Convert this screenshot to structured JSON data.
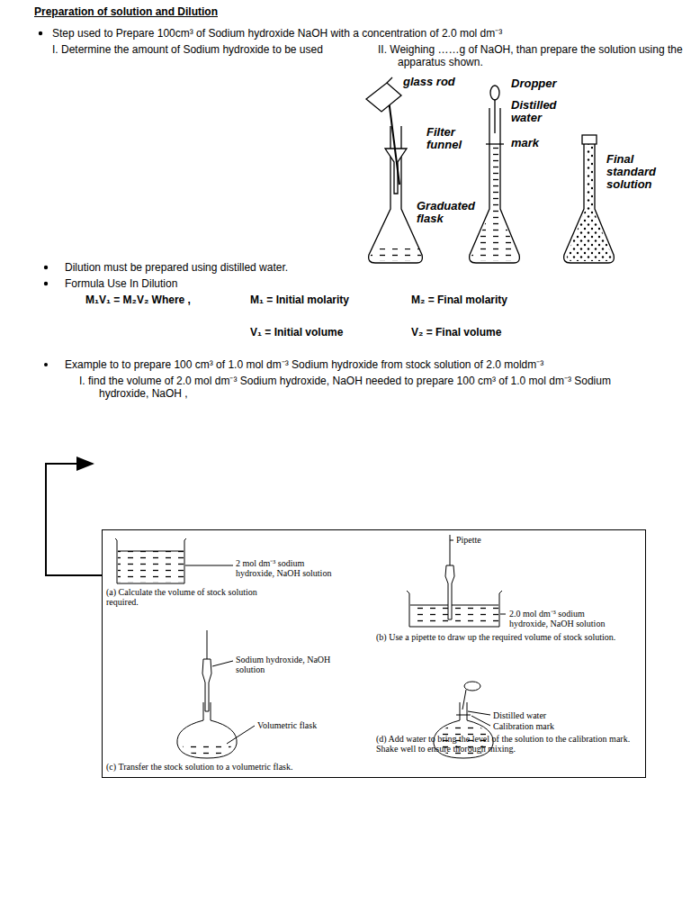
{
  "diagram": {
    "title": "Preparation of solution and Dilution",
    "labels": [
      "Step used to Prepare  100cm³ of Sodium hydroxide NaOH with a concentration of 2.0 mol dm⁻³",
      "I. Determine the amount of Sodium hydroxide to be used",
      "II. Weighing ……g of NaOH, than prepare the solution using the apparatus shown.",
      "glass rod",
      "Filter funnel",
      "Graduated flask",
      "Dropper",
      "Distilled water",
      "mark",
      "Final standard solution",
      "Dilution must be prepared using distilled water.",
      "Formula Use In Dilution",
      "M₁V₁ = M₂V₂   Where ,",
      "M₁ = Initial molarity",
      "M₂ = Final molarity",
      "V₁ = Initial volume",
      "V₂ = Final volume",
      "Example to to prepare 100 cm³ of  1.0 mol dm⁻³ Sodium hydroxide from stock solution of 2.0 moldm⁻³",
      "I. find the volume of 2.0 mol dm⁻³ Sodium hydroxide, NaOH needed to prepare 100 cm³ of 1.0 mol dm⁻³ Sodium hydroxide, NaOH ,",
      "2 mol dm⁻³ sodium hydroxide, NaOH solution",
      "(a) Calculate the volume of stock solution required.",
      "Pipette",
      "2.0 mol dm⁻³ sodium hydroxide, NaOH solution",
      "(b) Use a pipette to draw up the required volume of stock solution.",
      "Sodium hydroxide, NaOH solution",
      "Volumetric flask",
      "(c) Transfer the stock solution to a volumetric flask.",
      "Distilled water",
      "Calibration mark",
      "(d) Add water to bring the level of the solution to the calibration mark. Shake well to ensure thorough mixing."
    ]
  }
}
